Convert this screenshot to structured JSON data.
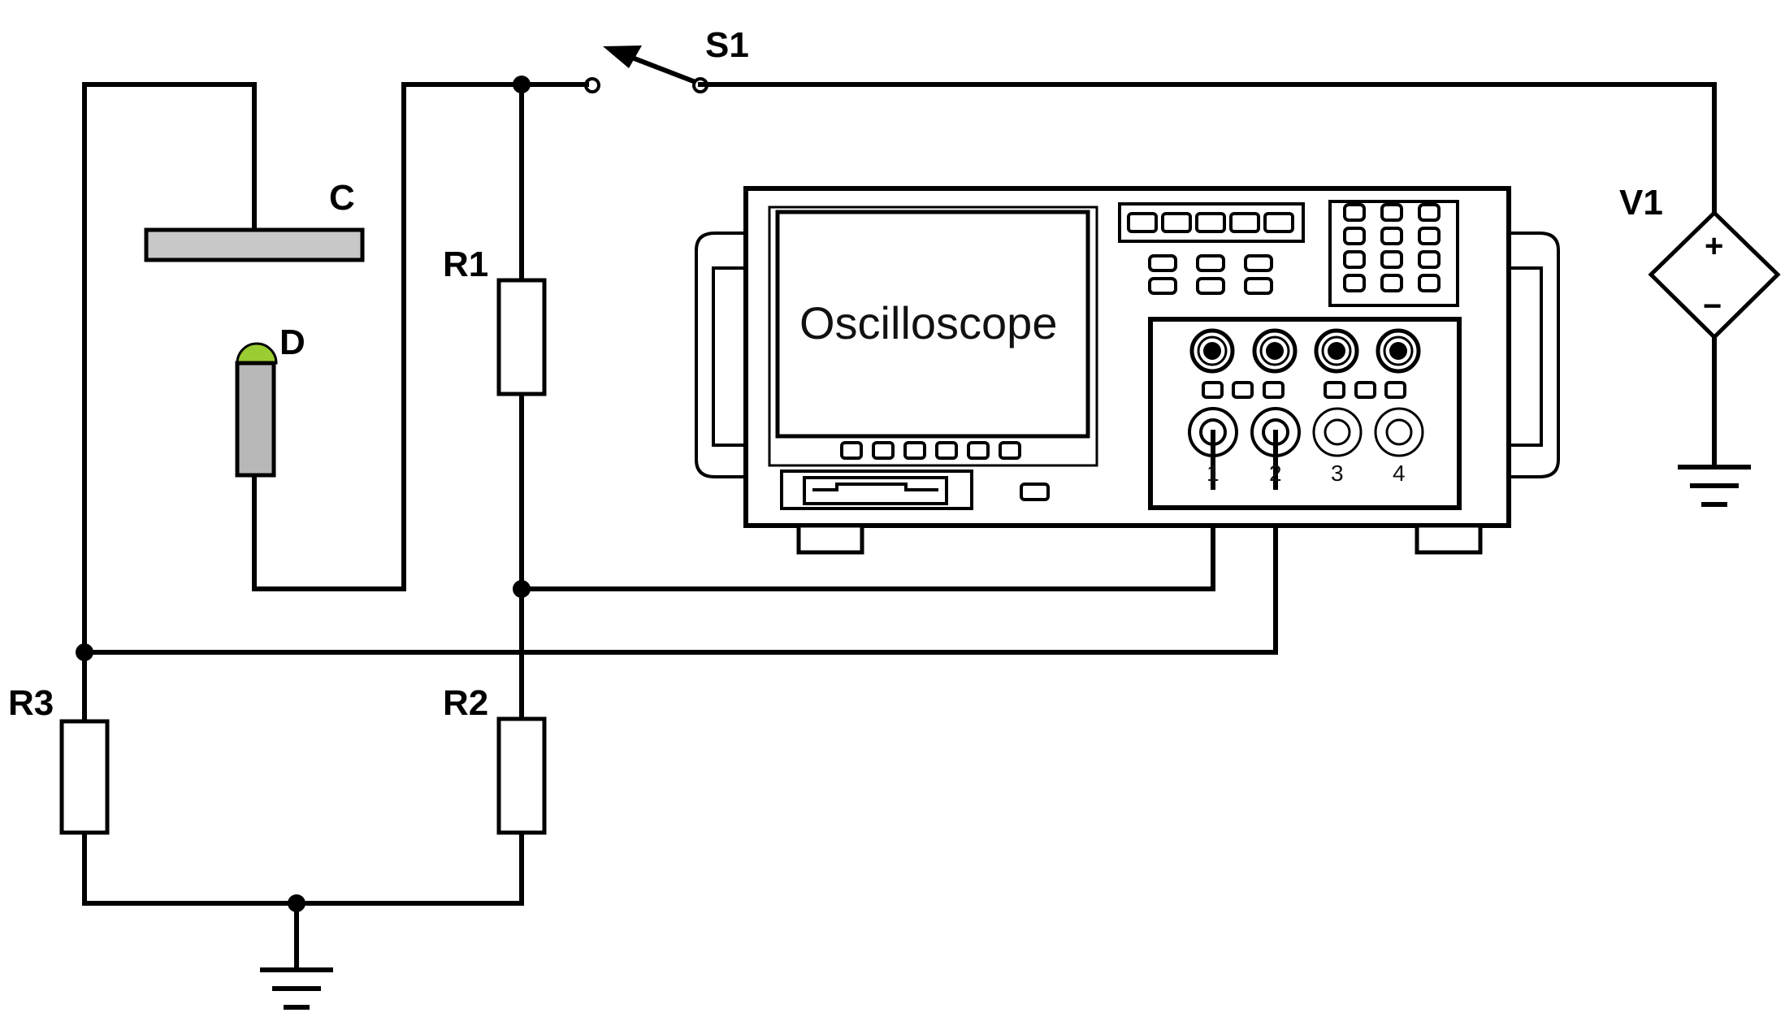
{
  "labels": {
    "switch": "S1",
    "capacitor": "C",
    "detector": "D",
    "r1": "R1",
    "r2": "R2",
    "r3": "R3",
    "source": "V1",
    "oscilloscope": "Oscilloscope",
    "source_plus": "+",
    "source_minus": "−"
  },
  "channels": [
    "1",
    "2",
    "3",
    "4"
  ],
  "colors": {
    "wire": "#000000",
    "capacitor_fill": "#c8c8c8",
    "detector_body": "#b8b8b8",
    "detector_tip": "#9acd32"
  }
}
